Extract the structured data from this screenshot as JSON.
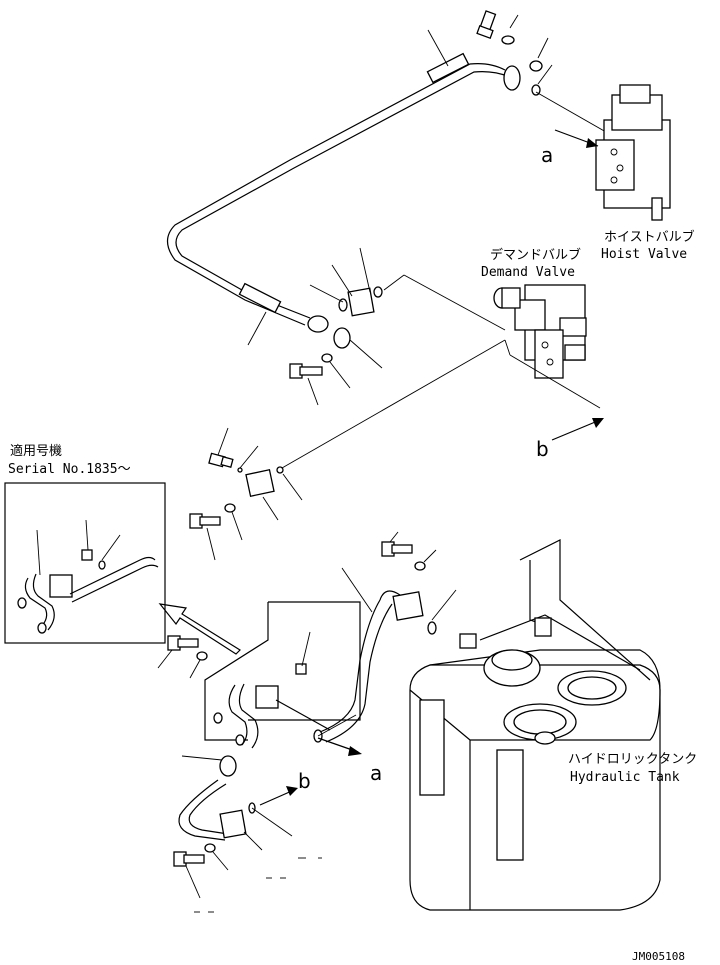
{
  "labels": {
    "hoist_valve_jp": "ホイストバルブ",
    "hoist_valve_en": "Hoist Valve",
    "demand_valve_jp": "デマンドバルブ",
    "demand_valve_en": "Demand Valve",
    "serial_jp": "適用号機",
    "serial_en": "Serial No.1835～",
    "hydraulic_tank_jp": "ハイドロリックタンク",
    "hydraulic_tank_en": "Hydraulic Tank",
    "ref_a_top": "a",
    "ref_b_right": "b",
    "ref_a_bottom": "a",
    "ref_b_bottom": "b",
    "doc_code": "JM005108"
  },
  "colors": {
    "ink": "#000000",
    "paper": "#ffffff"
  }
}
